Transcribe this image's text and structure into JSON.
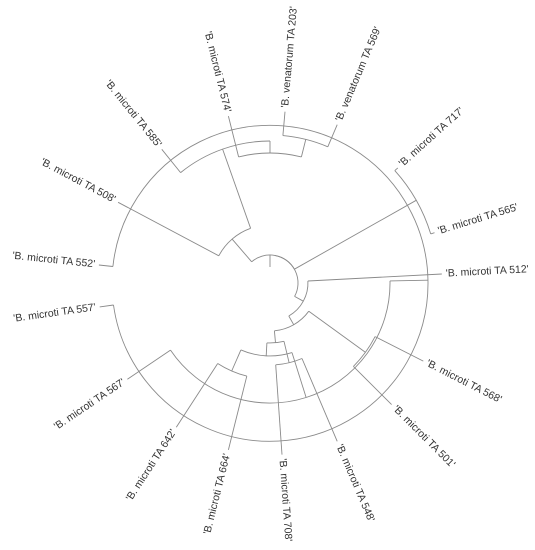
{
  "tree": {
    "tips": [
      {
        "label": "'B. microti TA 512'"
      },
      {
        "label": "'B. microti TA 568'"
      },
      {
        "label": "'B. microti TA 501'"
      },
      {
        "label": "'B. microti TA 548'"
      },
      {
        "label": "'B. microti TA 708'"
      },
      {
        "label": "'B. microti TA 664'"
      },
      {
        "label": "'B. microti TA 642'"
      },
      {
        "label": "'B. microti TA 567'"
      },
      {
        "label": "'B. microti TA 557'"
      },
      {
        "label": "'B. microti TA 552'"
      },
      {
        "label": "'B. microti TA 508'"
      },
      {
        "label": "'B. microti TA 585'"
      },
      {
        "label": "'B. microti TA 574'"
      },
      {
        "label": "'B. venatorum TA 203'"
      },
      {
        "label": "'B. venatorum TA 569'"
      },
      {
        "label": "'B. microti TA 717'"
      },
      {
        "label": "'B. microti TA 565'"
      }
    ]
  }
}
